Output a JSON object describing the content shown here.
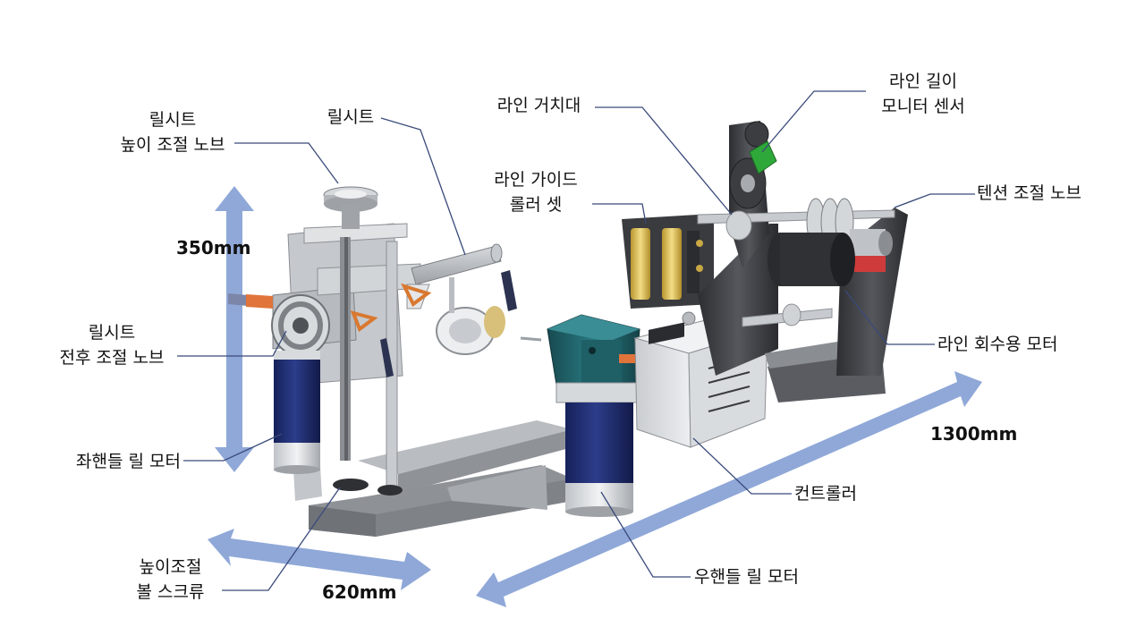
{
  "labels": {
    "reel_seat_height_knob": [
      "릴시트",
      "높이 조절 노브"
    ],
    "reel_seat": "릴시트",
    "line_holder": "라인 거치대",
    "line_length_sensor": [
      "라인 길이",
      "모니터 센서"
    ],
    "line_guide_roller": [
      "라인 가이드",
      "롤러 셋"
    ],
    "tension_knob": "텐션 조절 노브",
    "reel_seat_front_back_knob": [
      "릴시트",
      "전후 조절 노브"
    ],
    "line_recovery_motor": "라인 회수용 모터",
    "left_reel_motor": "좌핸들 릴 모터",
    "controller": "컨트롤러",
    "height_ball_screw": [
      "높이조절",
      "볼 스크류"
    ],
    "right_reel_motor": "우핸들 릴 모터"
  },
  "dimensions": {
    "height": "350mm",
    "width": "620mm",
    "length": "1300mm"
  },
  "colors": {
    "dimension_arrow": "#8fa8d8",
    "leader_line": "#3a4a7a",
    "motor_blue": "#1f2e6e",
    "gear_teal": "#1f5f66",
    "roller_gold": "#d9b95a",
    "sensor_green": "#2fa83a",
    "frame_gray": "#9a9ea4",
    "dark_frame": "#3c3d41"
  }
}
